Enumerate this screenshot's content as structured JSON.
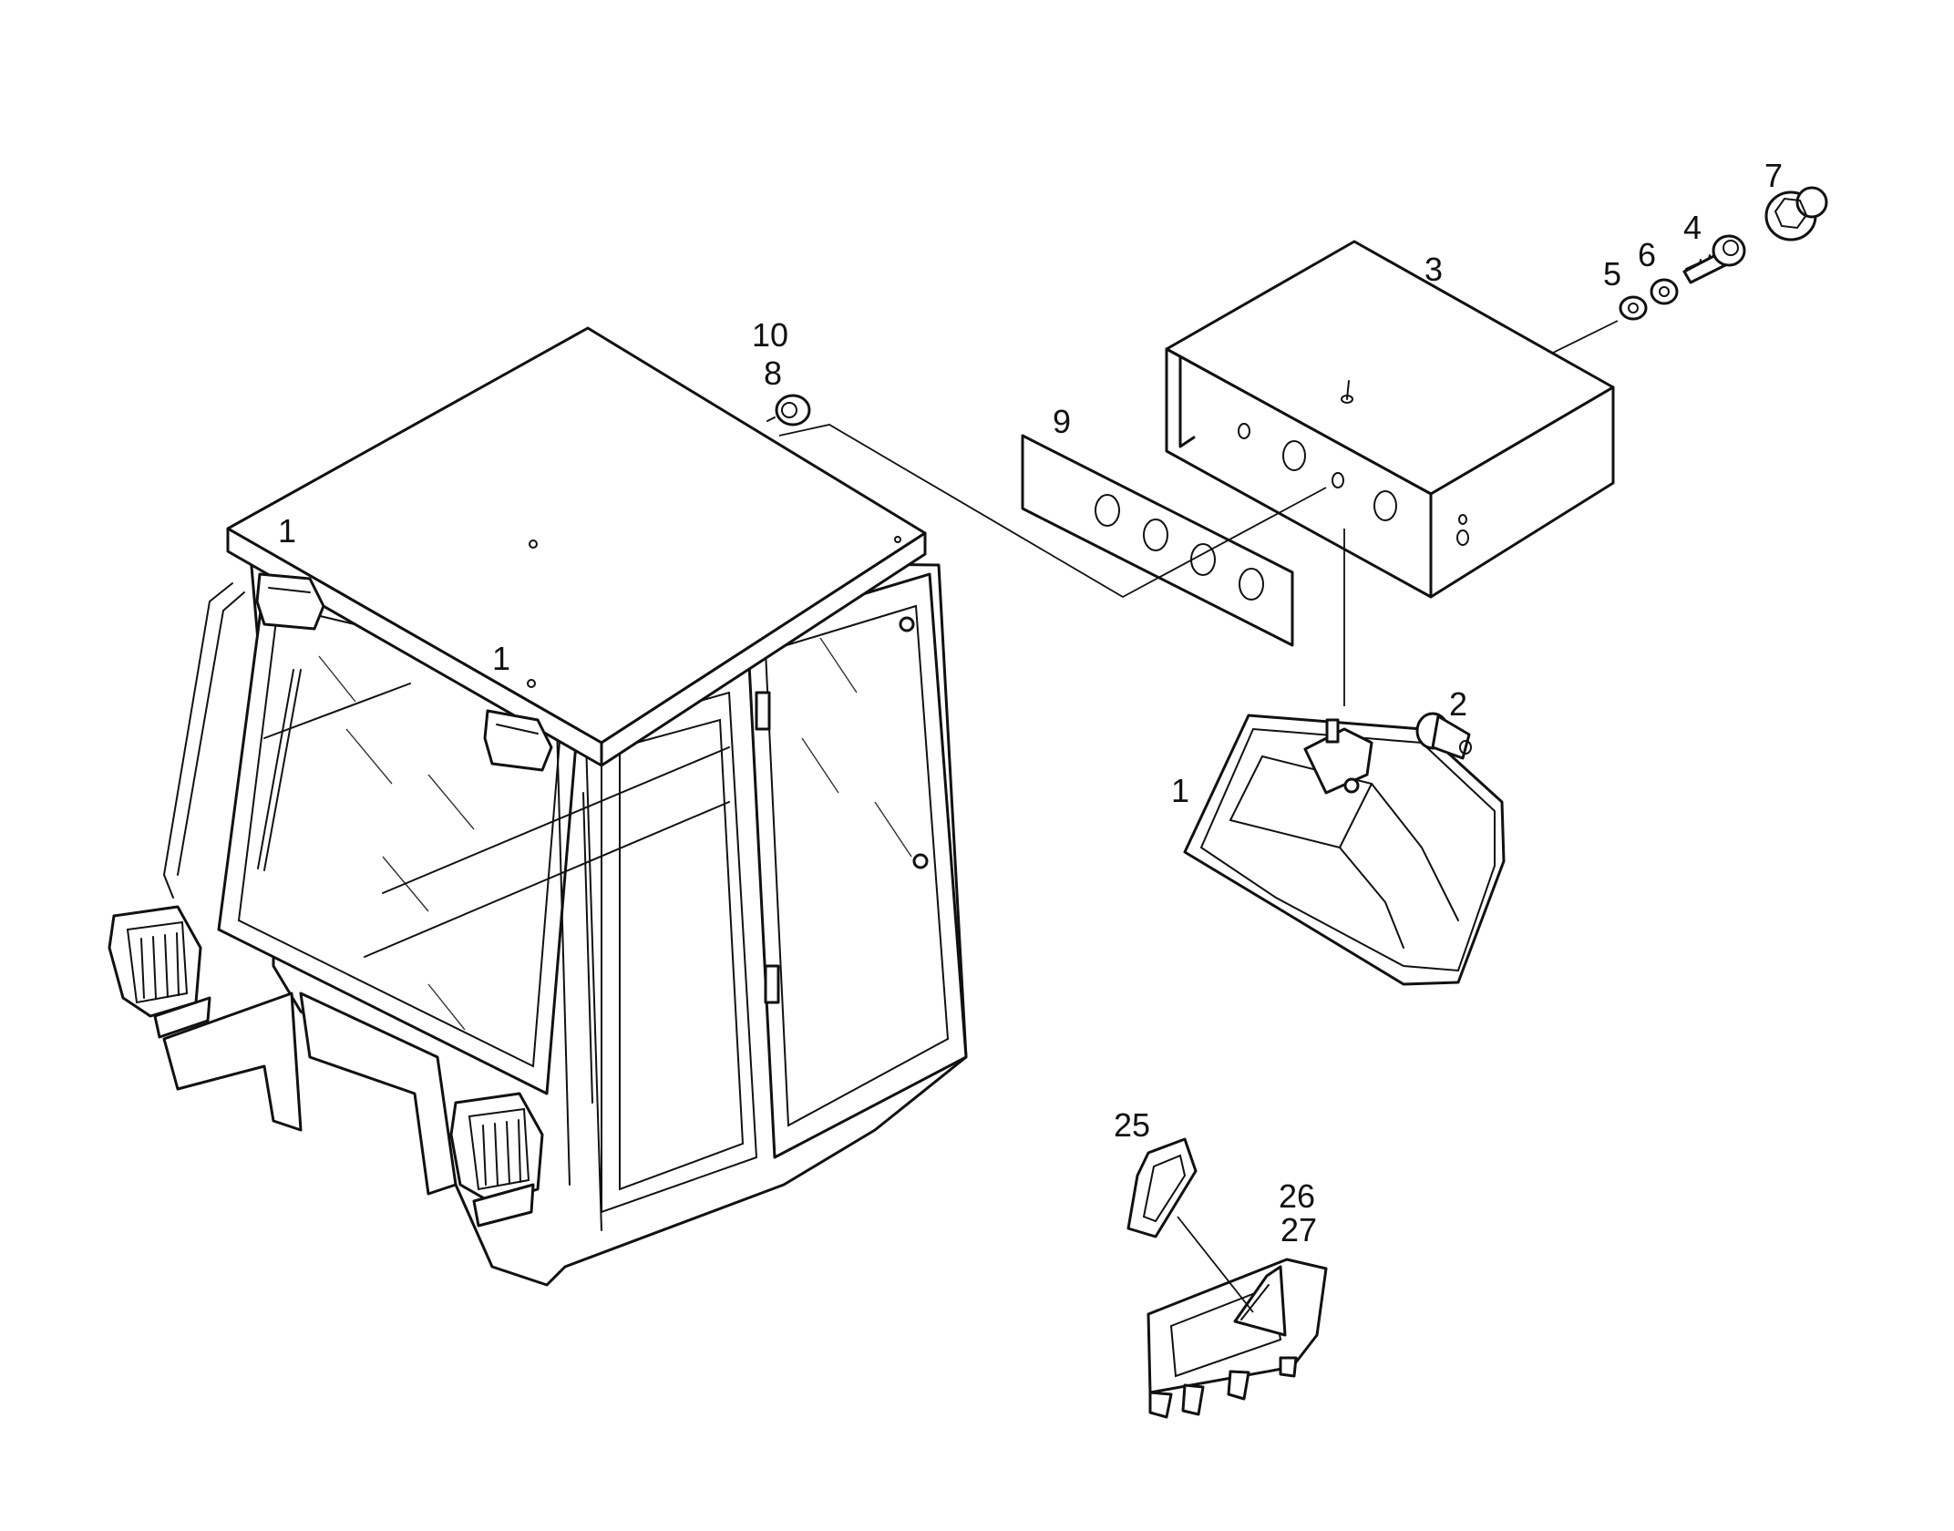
{
  "diagram": {
    "callouts": [
      {
        "id": "c1a",
        "label": "1"
      },
      {
        "id": "c1b",
        "label": "1"
      },
      {
        "id": "c1c",
        "label": "1"
      },
      {
        "id": "c2",
        "label": "2"
      },
      {
        "id": "c3",
        "label": "3"
      },
      {
        "id": "c4",
        "label": "4"
      },
      {
        "id": "c5",
        "label": "5"
      },
      {
        "id": "c6",
        "label": "6"
      },
      {
        "id": "c7",
        "label": "7"
      },
      {
        "id": "c8",
        "label": "8"
      },
      {
        "id": "c9",
        "label": "9"
      },
      {
        "id": "c10",
        "label": "10"
      },
      {
        "id": "c25",
        "label": "25"
      },
      {
        "id": "c26",
        "label": "26"
      },
      {
        "id": "c27",
        "label": "27"
      }
    ],
    "colors": {
      "ink": "#111111",
      "paper": "#ffffff"
    }
  }
}
